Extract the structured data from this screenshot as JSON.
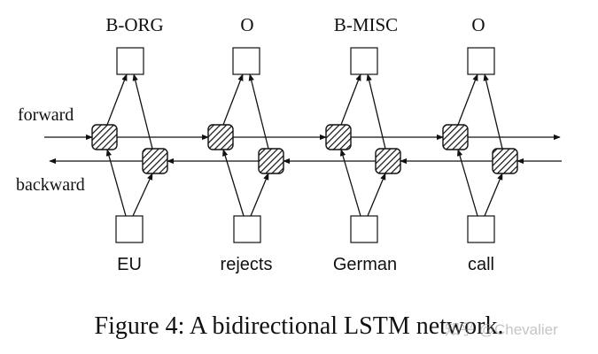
{
  "diagram": {
    "forward_label": "forward",
    "backward_label": "backward",
    "columns": [
      {
        "word": "EU",
        "tag": "B-ORG"
      },
      {
        "word": "rejects",
        "tag": "O"
      },
      {
        "word": "German",
        "tag": "B-MISC"
      },
      {
        "word": "call",
        "tag": "O"
      }
    ]
  },
  "caption": "Figure 4: A bidirectional LSTM network.",
  "watermark": "知乎 @Chevalier"
}
